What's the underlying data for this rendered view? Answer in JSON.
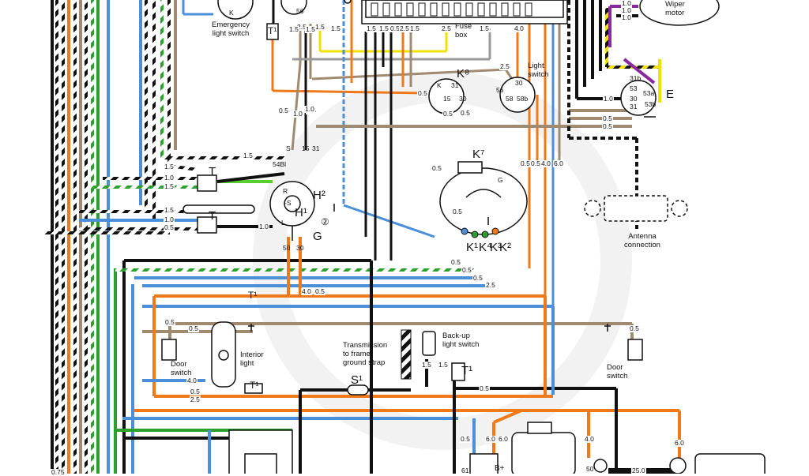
{
  "components": {
    "emergency_light_switch": "Emergency\nlight switch",
    "fuse_box": "Fuse\nbox",
    "light_switch": "Light\nswitch",
    "wiper_motor": "Wiper\nmotor",
    "antenna_connection": "Antenna\nconnection",
    "interior_light": "Interior\nlight",
    "door_switch_left": "Door\nswitch",
    "door_switch_right": "Door\nswitch",
    "transmission_strap": "Transmission\nto frame\nground strap",
    "backup_light_switch": "Back-up\nlight switch"
  },
  "reference_letters": {
    "K8": "K⁸",
    "K7": "K⁷",
    "K1": "K¹",
    "K4": "K⁴",
    "K3": "K³",
    "K2": "K²",
    "H1": "H¹",
    "H2": "H²",
    "G": "G",
    "E": "E",
    "T": "T",
    "T_lower": "T",
    "T1_upper": "T¹",
    "T1_mid": "T¹",
    "T1_low": "T¹",
    "T1_right": "T¹",
    "S1": "S¹",
    "circle2": "②"
  },
  "terminals": {
    "em_K": "K",
    "em_56": "56",
    "ls_56": "56",
    "ls_58": "58",
    "ls_58b": "58b",
    "ls_30": "30",
    "k8_K": "K",
    "k8_31": "31",
    "k8_15": "15",
    "k8_30": "30",
    "g_S": "S",
    "g_54Bl": "54Bl",
    "g_15": "15",
    "g_31": "31",
    "g_R": "R",
    "g_S2": "-S",
    "g_L": "L",
    "g_50": "50",
    "g_30": "30",
    "k7_G": "G",
    "b_plus": "B+",
    "b_61": "61",
    "b_50": "50",
    "w_31b": "31b",
    "w_53": "53",
    "w_53a": "53a",
    "w_30": "30",
    "w_31": "31",
    "w_53b": "53b"
  },
  "wire_gauges": [
    "1.5",
    "1.5",
    "0.5",
    "2.5",
    "1.5",
    "1.5",
    "2.5",
    "1.5",
    "1.5",
    "0.5",
    "2.5",
    "1.5",
    "4.0",
    "2.5",
    "1.0",
    "1.0",
    "1.0",
    "0.5",
    "1.0",
    "1.5",
    "1.5",
    "1.0",
    "1.5",
    "1.5",
    "1.0",
    "0.5",
    "1.0",
    "1.5",
    "0.5",
    "0.5",
    "0.5",
    "0.5",
    "0.5",
    "4.0",
    "6.0",
    "0.5",
    "0.5",
    "0.5",
    "0.5",
    "0.5",
    "2.5",
    "4.0",
    "0.5",
    "0.5",
    "0.5",
    "0.5",
    "4.0",
    "1.5",
    "1.5",
    "0.5",
    "0.5",
    "6.0",
    "6.0",
    "4.0",
    "6.0",
    "25.0",
    "0.75",
    "2.5",
    "0.5",
    "1.0",
    "1.0",
    "0.5",
    "0.5",
    "1.5",
    "1.5"
  ],
  "colors": {
    "orange": "#f07a1a",
    "tan": "#a08a70",
    "blue": "#4a8fd8",
    "green": "#2ca02c",
    "black": "#111111",
    "yellow": "#f2e000",
    "purple": "#8a2aa0",
    "grey": "#9a9a9a",
    "lime": "#58d030"
  }
}
